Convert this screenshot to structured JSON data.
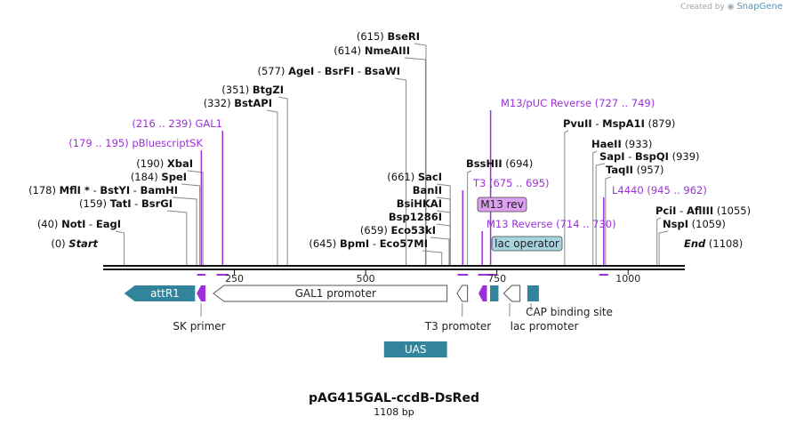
{
  "credit": {
    "created_by": "Created by",
    "brand": "SnapGene"
  },
  "plasmid": {
    "name": "pAG415GAL-ccdB-DsRed",
    "length_label": "1108 bp",
    "length_bp": 1108
  },
  "ruler": [
    {
      "bp": 250,
      "label": "250"
    },
    {
      "bp": 500,
      "label": "500"
    },
    {
      "bp": 750,
      "label": "750"
    },
    {
      "bp": 1000,
      "label": "1000"
    }
  ],
  "sites": [
    {
      "id": "start",
      "bp": 0,
      "pos": "(0)",
      "names": [
        "Start"
      ],
      "italic": true
    },
    {
      "id": "noti",
      "bp": 40,
      "pos": "(40)",
      "names": [
        "NotI",
        "EagI"
      ]
    },
    {
      "id": "tati",
      "bp": 159,
      "pos": "(159)",
      "names": [
        "TatI",
        "BsrGI"
      ]
    },
    {
      "id": "mfli",
      "bp": 178,
      "pos": "(178)",
      "names": [
        "MflI *",
        "BstYI",
        "BamHI"
      ]
    },
    {
      "id": "spei",
      "bp": 184,
      "pos": "(184)",
      "names": [
        "SpeI"
      ]
    },
    {
      "id": "xbai",
      "bp": 190,
      "pos": "(190)",
      "names": [
        "XbaI"
      ]
    },
    {
      "id": "bstapi",
      "bp": 332,
      "pos": "(332)",
      "names": [
        "BstAPI"
      ]
    },
    {
      "id": "btgzi",
      "bp": 351,
      "pos": "(351)",
      "names": [
        "BtgZI"
      ]
    },
    {
      "id": "agei",
      "bp": 577,
      "pos": "(577)",
      "names": [
        "AgeI",
        "BsrFI",
        "BsaWI"
      ]
    },
    {
      "id": "nmeaiii",
      "bp": 614,
      "pos": "(614)",
      "names": [
        "NmeAIII"
      ]
    },
    {
      "id": "bseri",
      "bp": 615,
      "pos": "(615)",
      "names": [
        "BseRI"
      ]
    },
    {
      "id": "bpmi",
      "bp": 645,
      "pos": "(645)",
      "names": [
        "BpmI",
        "Eco57MI"
      ]
    },
    {
      "id": "eco53ki",
      "bp": 659,
      "pos": "(659)",
      "names": [
        "Eco53kI"
      ]
    },
    {
      "id": "bsp1286i",
      "bp": 661,
      "pos": "",
      "names": [
        "Bsp1286I"
      ]
    },
    {
      "id": "bsihkai",
      "bp": 661,
      "pos": "",
      "names": [
        "BsiHKAI"
      ]
    },
    {
      "id": "banii",
      "bp": 661,
      "pos": "",
      "names": [
        "BanII"
      ]
    },
    {
      "id": "saci",
      "bp": 661,
      "pos": "(661)",
      "names": [
        "SacI"
      ]
    },
    {
      "id": "bsshii",
      "bp": 694,
      "pos": "(694)",
      "names": [
        "BssHII"
      ]
    },
    {
      "id": "pvuii",
      "bp": 879,
      "pos": "(879)",
      "names": [
        "PvuII",
        "MspA1I"
      ]
    },
    {
      "id": "haeii",
      "bp": 933,
      "pos": "(933)",
      "names": [
        "HaeII"
      ]
    },
    {
      "id": "sapi",
      "bp": 939,
      "pos": "(939)",
      "names": [
        "SapI",
        "BspQI"
      ]
    },
    {
      "id": "taqii",
      "bp": 957,
      "pos": "(957)",
      "names": [
        "TaqII"
      ]
    },
    {
      "id": "pcii",
      "bp": 1055,
      "pos": "(1055)",
      "names": [
        "PciI",
        "AflIII"
      ]
    },
    {
      "id": "nspi",
      "bp": 1059,
      "pos": "(1059)",
      "names": [
        "NspI"
      ]
    },
    {
      "id": "end",
      "bp": 1108,
      "pos": "(1108)",
      "names": [
        "End"
      ],
      "italic": true
    }
  ],
  "primers": [
    {
      "id": "pbluescriptsk",
      "name": "pBluescriptSK",
      "range": "(179 .. 195)",
      "start": 179,
      "end": 195
    },
    {
      "id": "gal1",
      "name": "GAL1",
      "range": "(216 .. 239)",
      "start": 216,
      "end": 239
    },
    {
      "id": "m13puc",
      "name": "M13/pUC Reverse",
      "range": "(727 .. 749)",
      "start": 727,
      "end": 749
    },
    {
      "id": "t3",
      "name": "T3",
      "range": "(675 .. 695)",
      "start": 675,
      "end": 695
    },
    {
      "id": "m13rev-primer",
      "name": "M13 Reverse",
      "range": "(714 .. 730)",
      "start": 714,
      "end": 730
    },
    {
      "id": "l4440",
      "name": "L4440",
      "range": "(945 .. 962)",
      "start": 945,
      "end": 962
    }
  ],
  "features": [
    {
      "id": "attr1",
      "label": "attR1",
      "start": 40,
      "end": 175,
      "color": "#31849b",
      "dir": "rev",
      "label_inside": true
    },
    {
      "id": "sk-primer",
      "label": "SK primer",
      "start": 178,
      "end": 195,
      "color": "#9b30d9",
      "dir": "rev"
    },
    {
      "id": "gal1-promoter",
      "label": "GAL1 promoter",
      "start": 210,
      "end": 655,
      "color": "#ffffff",
      "dir": "rev",
      "label_inside": true
    },
    {
      "id": "t3-promoter",
      "label": "T3 promoter",
      "start": 674,
      "end": 694,
      "color": "#ffffff",
      "dir": "rev"
    },
    {
      "id": "m13rev-feature",
      "label": "M13 rev",
      "start": 715,
      "end": 731,
      "color": "#9b30d9",
      "dir": "rev"
    },
    {
      "id": "lac-operator",
      "label": "lac operator",
      "start": 737,
      "end": 753,
      "color": "#31849b",
      "dir": "none"
    },
    {
      "id": "lac-promoter",
      "label": "lac promoter",
      "start": 763,
      "end": 794,
      "color": "#ffffff",
      "dir": "rev"
    },
    {
      "id": "cap-site",
      "label": "CAP binding site",
      "start": 808,
      "end": 830,
      "color": "#31849b",
      "dir": "none"
    },
    {
      "id": "uas",
      "label": "UAS",
      "start": 535,
      "end": 655,
      "color": "#31849b",
      "dir": "none",
      "label_inside": true
    }
  ],
  "colors": {
    "feature_teal": "#31849b",
    "primer_purple": "#9b30d9",
    "m13rev_fill": "#dda0f0",
    "lacop_fill": "#a8d4e0"
  }
}
